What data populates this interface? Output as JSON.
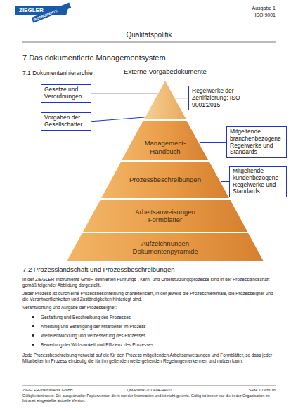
{
  "diagram": {
    "title": "7 Das dokumentierte Managementsystem",
    "nodes": [
      {
        "text": [
          "Externe Vorgabedokumente"
        ]
      },
      {
        "text": [
          "Gesetze und Verordnungen"
        ]
      },
      {
        "text": [
          "Vorgaben der Gesellschafter"
        ]
      },
      {
        "text": [
          "Regelwerke der Zertifizierung: ISO 9001:2015"
        ]
      },
      {
        "text": [
          "Management-Handbuch"
        ]
      },
      {
        "text": [
          "Mitgeltende branchenbezogene Regelwerke und Standards"
        ]
      },
      {
        "text": [
          "Mitgeltende kundenbezogene Regelwerke und Standards"
        ]
      },
      {
        "text": [
          "Prozessbeschreibungen"
        ]
      },
      {
        "text": [
          "Arbeitsanweisungen Formblätter"
        ]
      },
      {
        "text": [
          "Aufzeichnungen",
          "Dokumentenpyramide"
        ]
      }
    ],
    "edges": [
      {
        "from": 1,
        "to": 0,
        "arrow": "none"
      },
      {
        "from": 2,
        "to": 0,
        "arrow": "none"
      },
      {
        "from": 3,
        "to": 0,
        "arrow": "none"
      },
      {
        "from": 5,
        "to": 4,
        "arrow": "none"
      },
      {
        "from": 6,
        "to": 7,
        "arrow": "none"
      }
    ],
    "labels": [
      "ZIEGLER",
      "INSTRUMENTS",
      "Ausgabe 1",
      "ISO 9001",
      "Qualitätspolitik",
      "7.1 Dokumentenhierarchie",
      "7.2 Prozesslandschaft und Prozessbeschreibungen",
      "In der ZIEGLER-Instruments GmbH definierten Führungs-, Kern- und Unterstützungsprozesse sind in der Prozesslandschaft gemäß folgender Abbildung dargestellt.",
      "Jeder Prozess ist durch eine Prozessbeschreibung charakterisiert, in der jeweils die Prozessmerkmale, die Prozesseigner und die Verantwortlichkeiten und Zuständigkeiten hinterlegt sind.",
      "Verantwortung und Aufgabe der Prozesseigner:",
      "Gestaltung und Beschreibung des Prozesses",
      "Anleitung und Befähigung der Mitarbeiter im Prozess",
      "Weiterentwicklung und Verbesserung des Prozesses",
      "Bewertung der Wirksamkeit und Effizienz des Prozesses",
      "Jede Prozessbeschreibung verweist auf die für den Prozess mitgeltenden Arbeitsanweisungen und Formblätter, so dass jeder Mitarbeiter im Prozess eindeutig die für ihn geltenden weitergehenden Regelungen erkennen und nutzen kann.",
      "ZIEGLER-Instruments GmbH",
      "QM-Politik-2019-04-Rev.0",
      "Seite 10 von 16",
      "Gültigkeitshinweis: Die ausgedruckte Papierversion dient nur der Information und ist nicht gelenkt. Gültig ist immer nur die in der Organisation im Intranet eingestellte aktuelle Version."
    ]
  }
}
